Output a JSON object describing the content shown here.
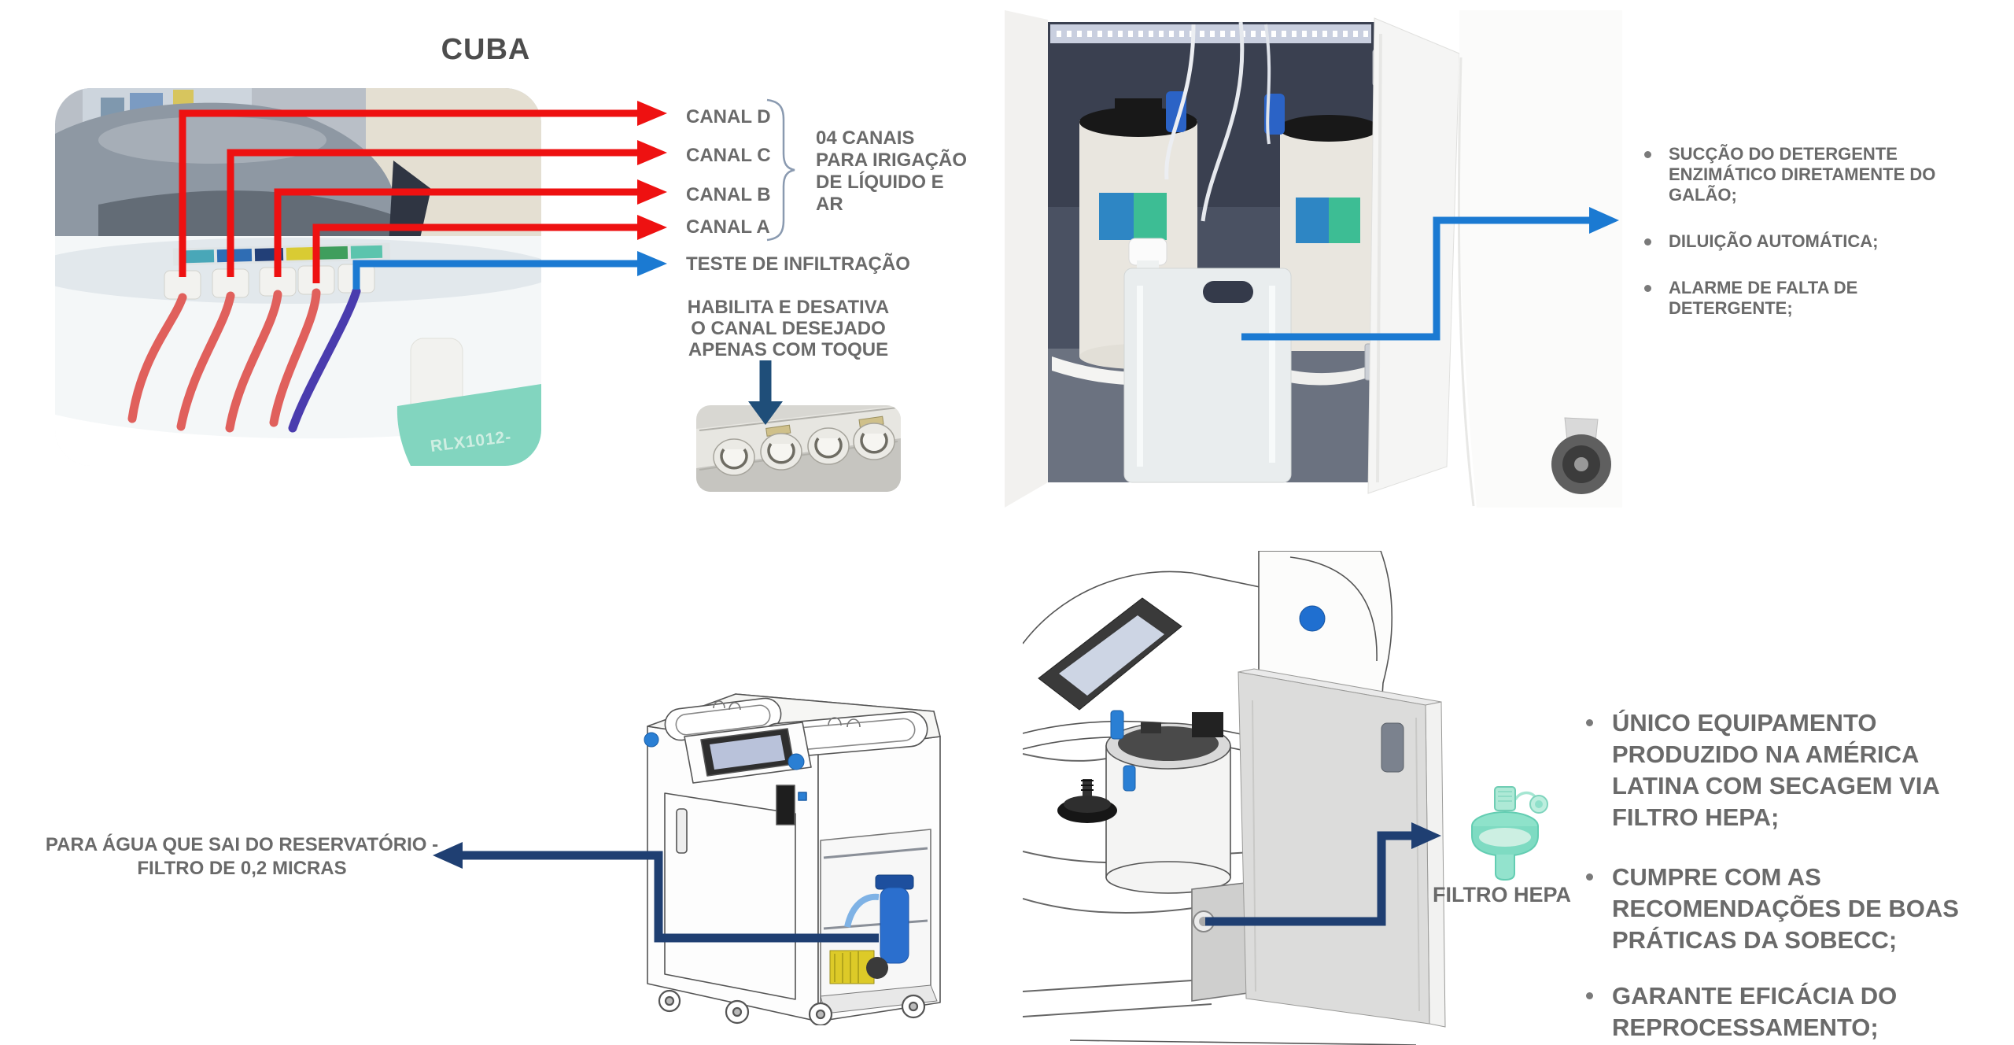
{
  "slide": {
    "background": "#ffffff"
  },
  "colors": {
    "red_arrow": "#ee1111",
    "blue_arrow": "#1b7ad2",
    "navy_arrow": "#1f3f72",
    "label_gray": "#6a6a6a",
    "title_gray": "#4d4d4d",
    "bracket_gray": "#8a9ab0",
    "hepa_filter_teal": "#8fe0ca",
    "sticker_teal": "#82d5bf"
  },
  "cuba": {
    "title": "CUBA",
    "channels": [
      {
        "label": "CANAL D"
      },
      {
        "label": "CANAL C"
      },
      {
        "label": "CANAL B"
      },
      {
        "label": "CANAL A"
      }
    ],
    "channels_note_lines": [
      "04 CANAIS",
      "PARA IRIGAÇÃO",
      "DE LÍQUIDO E",
      "AR"
    ],
    "leak_test_label": "TESTE DE INFILTRAÇÃO",
    "touch_note_lines": [
      "HABILITA E DESATIVA",
      "O CANAL DESEJADO",
      "APENAS COM TOQUE"
    ],
    "photo_sticker_text": "RLX1012-"
  },
  "detergent": {
    "bullets": [
      {
        "lines": [
          "SUCÇÃO DO DETERGENTE",
          "ENZIMÁTICO DIRETAMENTE DO",
          "GALÃO;"
        ]
      },
      {
        "lines": [
          "DILUIÇÃO AUTOMÁTICA;"
        ]
      },
      {
        "lines": [
          "ALARME DE FALTA DE",
          "DETERGENTE;"
        ]
      }
    ]
  },
  "water_filter": {
    "label_lines": [
      "PARA ÁGUA QUE SAI DO RESERVATÓRIO -",
      "FILTRO DE 0,2 MICRAS"
    ]
  },
  "hepa": {
    "filter_label": "FILTRO HEPA",
    "bullets": [
      {
        "lines": [
          "ÚNICO EQUIPAMENTO",
          "PRODUZIDO NA AMÉRICA",
          "LATINA COM SECAGEM VIA",
          "FILTRO HEPA;"
        ]
      },
      {
        "lines": [
          "CUMPRE COM AS",
          "RECOMENDAÇÕES DE BOAS",
          "PRÁTICAS DA SOBECC;"
        ]
      },
      {
        "lines": [
          "GARANTE EFICÁCIA DO",
          "REPROCESSAMENTO;"
        ]
      }
    ]
  }
}
